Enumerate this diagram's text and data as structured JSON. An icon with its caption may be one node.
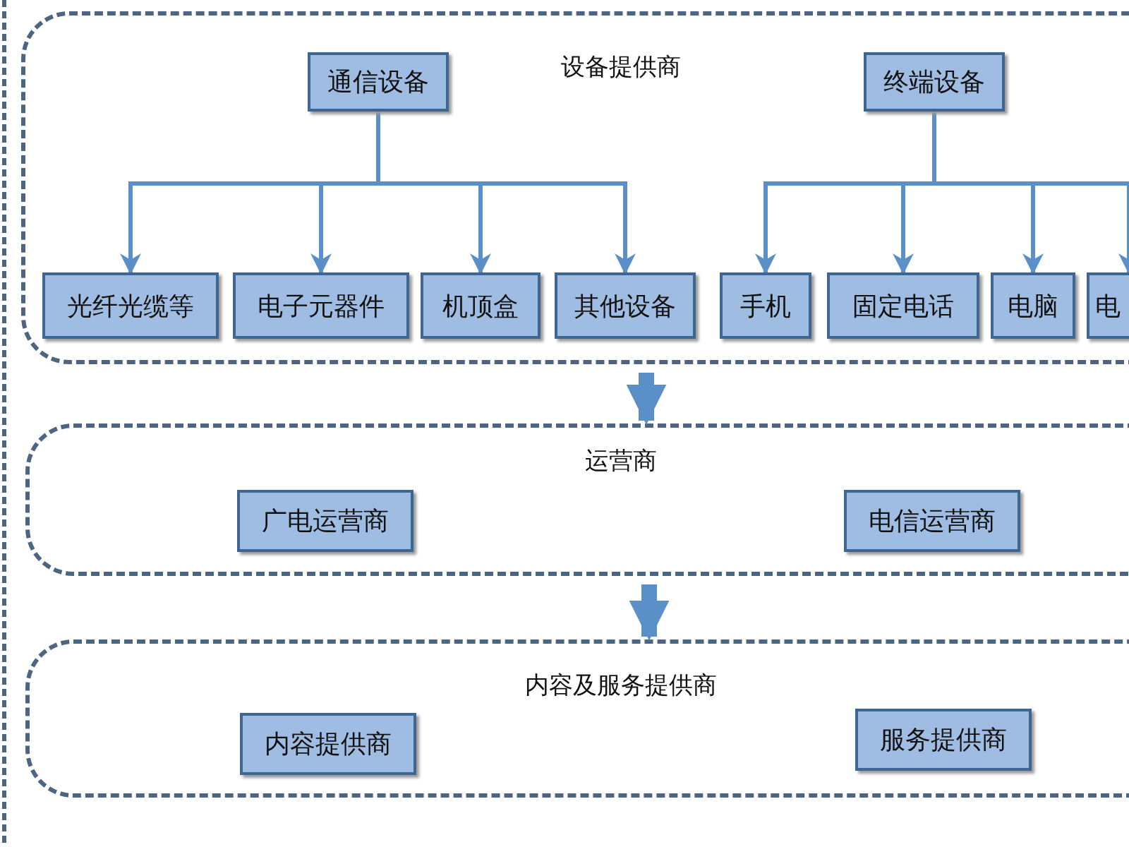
{
  "diagram": {
    "nodes": [
      {
        "text": [
          "设备提供商"
        ]
      },
      {
        "text": [
          "通信设备"
        ],
        "in": 0
      },
      {
        "text": [
          "终端设备"
        ],
        "in": 0
      },
      {
        "text": [
          "光纤光缆等"
        ],
        "in": 0
      },
      {
        "text": [
          "电子元器件"
        ],
        "in": 0
      },
      {
        "text": [
          "机顶盒"
        ],
        "in": 0
      },
      {
        "text": [
          "其他设备"
        ],
        "in": 0
      },
      {
        "text": [
          "手机"
        ],
        "in": 0
      },
      {
        "text": [
          "固定电话"
        ],
        "in": 0
      },
      {
        "text": [
          "电脑"
        ],
        "in": 0
      },
      {
        "text": [
          "电"
        ],
        "in": 0
      },
      {
        "text": [
          "运营商"
        ]
      },
      {
        "text": [
          "广电运营商"
        ],
        "in": 11
      },
      {
        "text": [
          "电信运营商"
        ],
        "in": 11
      },
      {
        "text": [
          "内容及服务提供商"
        ]
      },
      {
        "text": [
          "内容提供商"
        ],
        "in": 14
      },
      {
        "text": [
          "服务提供商"
        ],
        "in": 14
      }
    ],
    "edges": [
      {
        "from": 1,
        "to": 3,
        "arrow": "to"
      },
      {
        "from": 1,
        "to": 4,
        "arrow": "to"
      },
      {
        "from": 1,
        "to": 5,
        "arrow": "to"
      },
      {
        "from": 1,
        "to": 6,
        "arrow": "to"
      },
      {
        "from": 2,
        "to": 7,
        "arrow": "to"
      },
      {
        "from": 2,
        "to": 8,
        "arrow": "to"
      },
      {
        "from": 2,
        "to": 9,
        "arrow": "to"
      },
      {
        "from": 2,
        "to": 10,
        "arrow": "to"
      },
      {
        "from": 0,
        "to": 11,
        "arrow": "to",
        "style": "thick"
      },
      {
        "from": 11,
        "to": 14,
        "arrow": "to",
        "style": "thick"
      }
    ]
  }
}
